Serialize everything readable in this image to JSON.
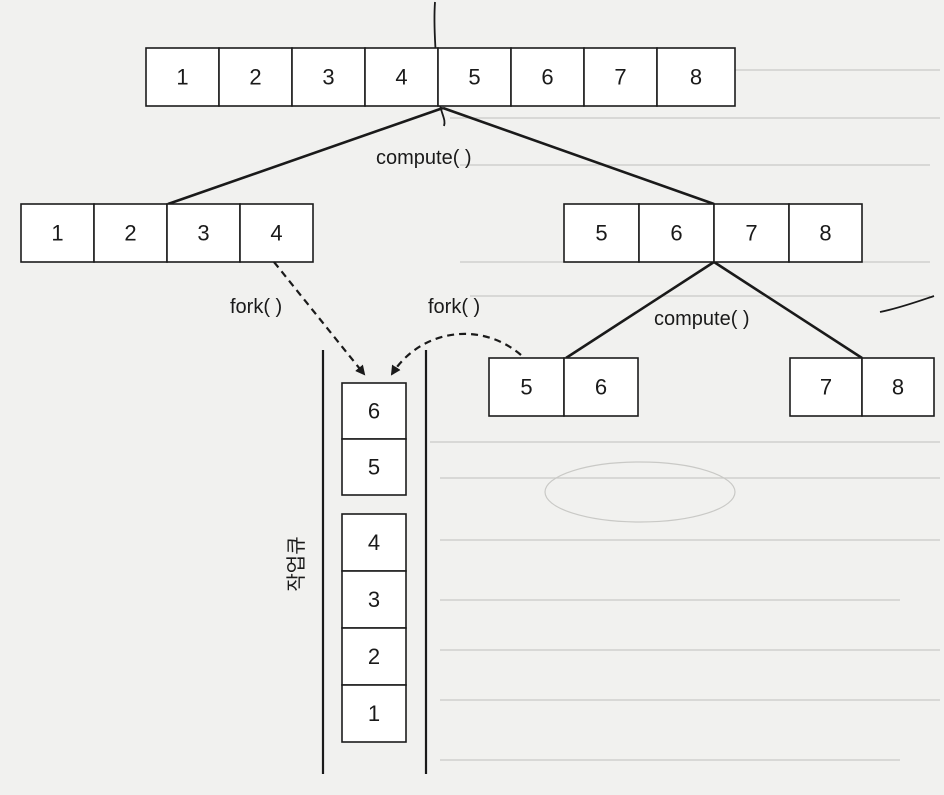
{
  "diagram": {
    "root": {
      "cells": [
        "1",
        "2",
        "3",
        "4",
        "5",
        "6",
        "7",
        "8"
      ]
    },
    "level1": {
      "left": {
        "cells": [
          "1",
          "2",
          "3",
          "4"
        ]
      },
      "right": {
        "cells": [
          "5",
          "6",
          "7",
          "8"
        ]
      }
    },
    "level2": {
      "left": {
        "cells": [
          "5",
          "6"
        ]
      },
      "right": {
        "cells": [
          "7",
          "8"
        ]
      }
    },
    "labels": {
      "compute_root": "compute( )",
      "compute_right": "compute( )",
      "fork_left": "fork( )",
      "fork_right": "fork( )"
    },
    "queue": {
      "title": "작업큐",
      "top_group": [
        "6",
        "5"
      ],
      "bottom_group": [
        "4",
        "3",
        "2",
        "1"
      ]
    }
  }
}
